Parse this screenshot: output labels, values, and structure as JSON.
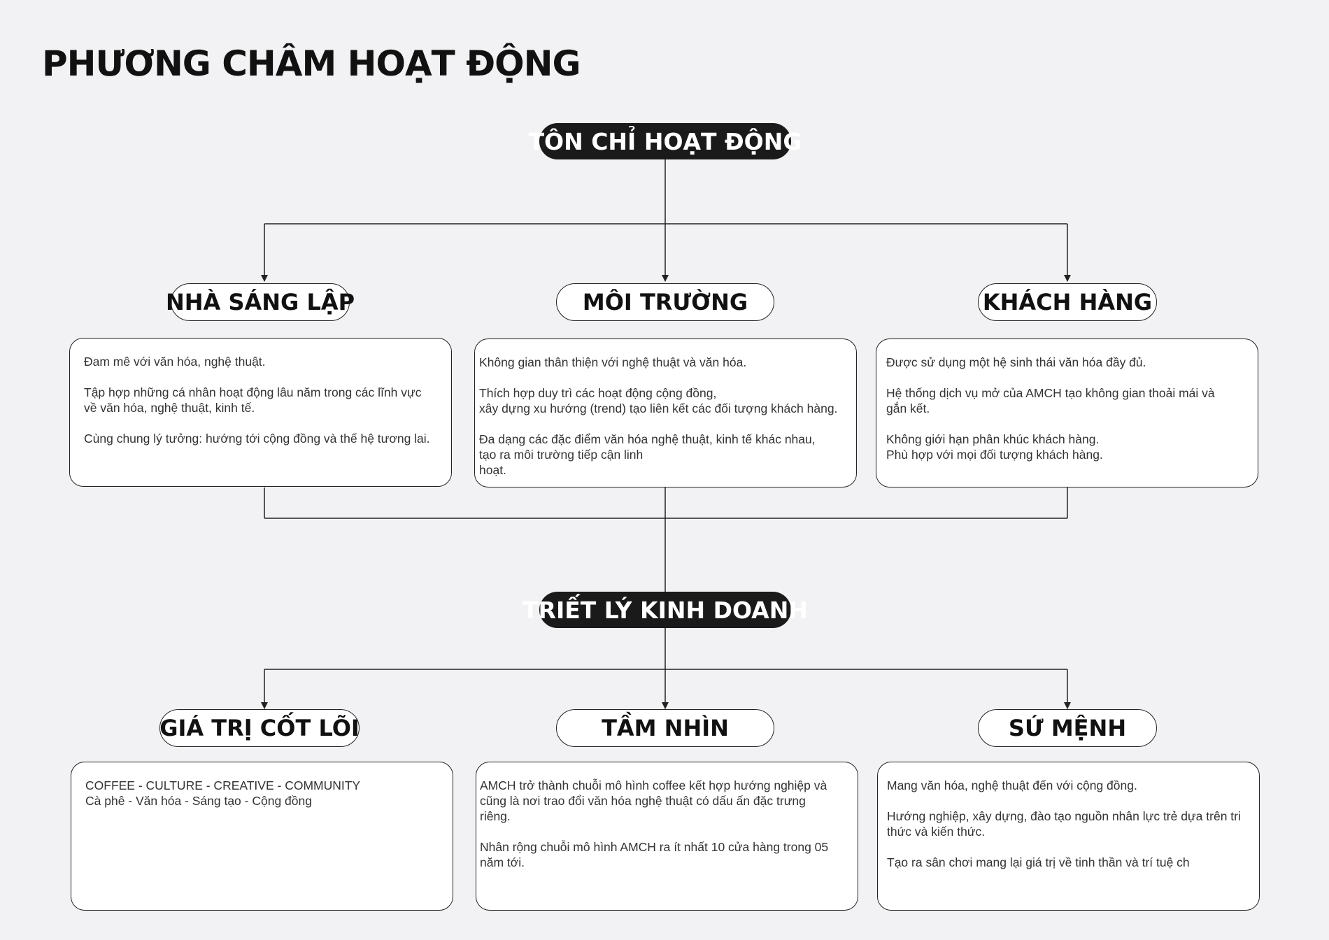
{
  "title": "PHƯƠNG CHÂM HOẠT ĐỘNG",
  "colors": {
    "background": "#f2f2f4",
    "dark_pill": "#1a1a1a",
    "card_border": "#222222",
    "text": "#111111"
  },
  "ton_chi": {
    "label": "TÔN CHỈ HOẠT ĐỘNG",
    "branches": [
      {
        "label": "NHÀ SÁNG LẬP",
        "paragraphs": [
          [
            "Đam mê với văn hóa, nghệ thuật."
          ],
          [
            "Tập hợp những cá nhân hoạt động lâu năm trong các lĩnh vực",
            "về văn hóa, nghệ thuật, kinh tế."
          ],
          [
            "Cùng chung lý tưởng: hướng tới cộng đồng và thế hệ tương lai."
          ]
        ]
      },
      {
        "label": "MÔI TRƯỜNG",
        "paragraphs": [
          [
            "Không gian thân thiện với nghệ thuật và văn hóa."
          ],
          [
            "Thích hợp duy trì các hoạt động cộng đồng,",
            "xây dựng xu hướng (trend) tạo liên kết các đối tượng khách hàng."
          ],
          [
            "Đa dạng các đặc điểm văn hóa nghệ thuật, kinh tế khác nhau,",
            "tạo ra môi trường tiếp cận linh",
            "hoạt."
          ]
        ]
      },
      {
        "label": "KHÁCH HÀNG",
        "paragraphs": [
          [
            "Được sử dụng một hệ sinh thái văn hóa đầy đủ."
          ],
          [
            "Hệ thống dịch vụ mở của AMCH tạo không gian thoải mái và",
            "gắn kết."
          ],
          [
            "Không giới hạn phân khúc khách hàng.",
            "Phù hợp với mọi đối tượng khách hàng."
          ]
        ]
      }
    ]
  },
  "triet_ly": {
    "label": "TRIẾT LÝ KINH DOANH",
    "branches": [
      {
        "label": "GIÁ TRỊ CỐT LÕI",
        "paragraphs": [
          [
            "COFFEE - CULTURE - CREATIVE - COMMUNITY",
            "Cà phê - Văn hóa - Sáng tạo - Cộng đồng"
          ]
        ]
      },
      {
        "label": "TẦM NHÌN",
        "paragraphs": [
          [
            "AMCH trở thành chuỗi mô hình coffee kết hợp hướng nghiệp và",
            "cũng là nơi trao đổi văn hóa nghệ thuật có dấu ấn đặc trưng",
            "riêng."
          ],
          [
            "Nhân rộng chuỗi mô hình AMCH ra ít nhất 10 cửa hàng trong 05",
            "năm tới."
          ]
        ]
      },
      {
        "label": "SỨ MỆNH",
        "paragraphs": [
          [
            "Mang văn hóa, nghệ thuật đến với cộng đồng."
          ],
          [
            "Hướng nghiệp, xây dựng, đào tạo nguồn nhân lực trẻ dựa trên tri",
            "thức và kiến thức."
          ],
          [
            "Tạo ra sân chơi mang lại giá trị về tinh thần và trí tuệ ch"
          ]
        ]
      }
    ]
  }
}
